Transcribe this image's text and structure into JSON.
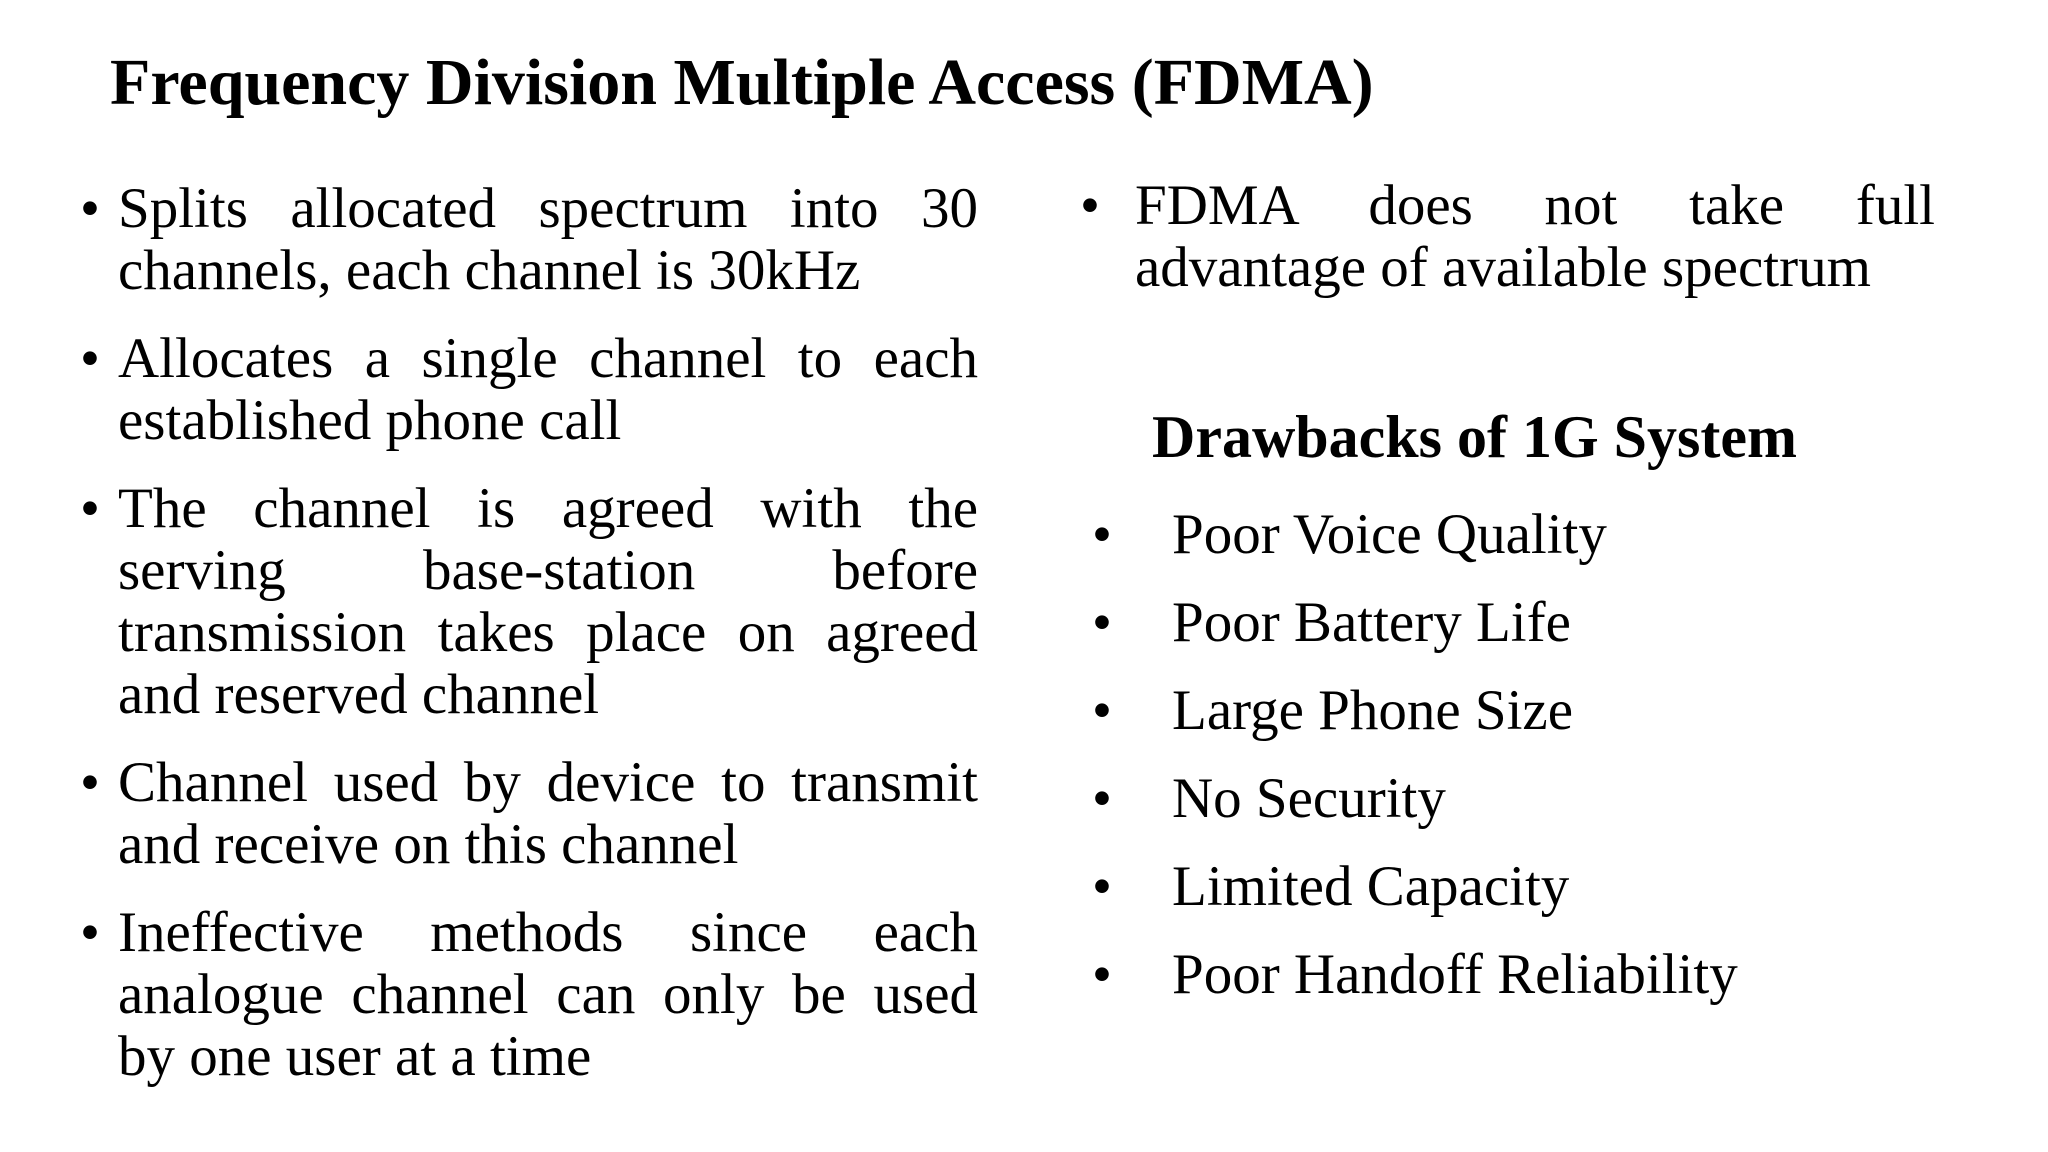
{
  "slide": {
    "title": "Frequency Division Multiple Access (FDMA)",
    "bullet_glyph": "•",
    "colors": {
      "background": "#ffffff",
      "text": "#000000"
    },
    "left_bullets": [
      "Splits allocated spectrum into 30 channels, each channel is 30kHz",
      "Allocates a single channel to each established phone call",
      "The channel is agreed with the serving base-station before transmission takes place on agreed and reserved channel",
      "Channel used by device to transmit and receive on this channel",
      "Ineffective methods since each analogue channel can only be used by one user at a time"
    ],
    "right_intro_bullets": [
      "FDMA does not take full advantage of available spectrum"
    ],
    "drawbacks": {
      "heading": "Drawbacks of 1G System",
      "items": [
        "Poor Voice Quality",
        "Poor Battery Life",
        "Large Phone Size",
        "No Security",
        "Limited Capacity",
        "Poor Handoff Reliability"
      ]
    }
  }
}
